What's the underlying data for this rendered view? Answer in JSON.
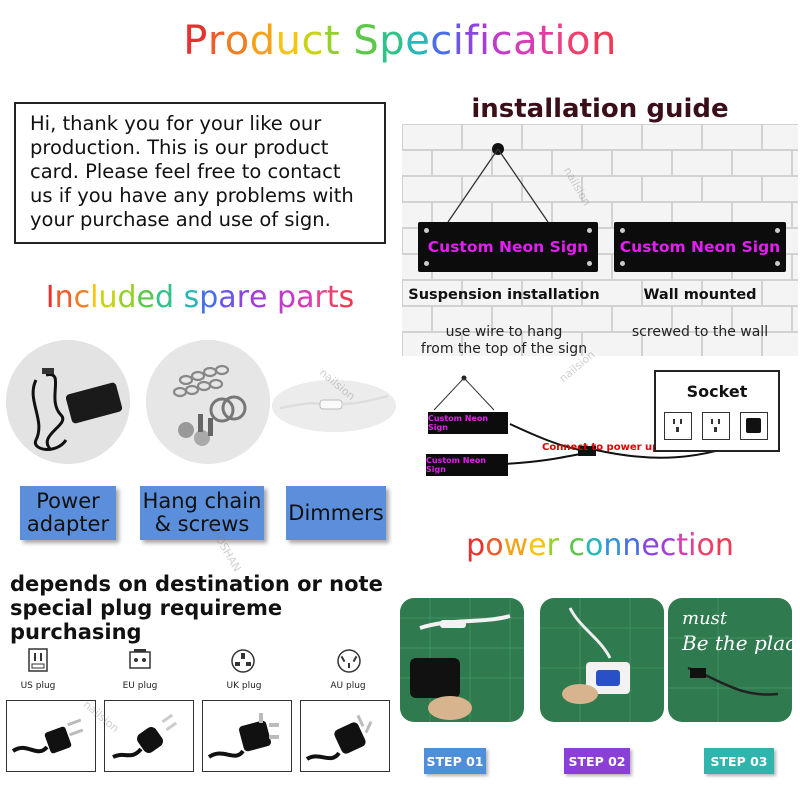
{
  "title": {
    "text": "Product Specification",
    "letter_colors": [
      "#e8312f",
      "#ef5b2a",
      "#f07e22",
      "#f4a318",
      "#f7c40e",
      "#c8d313",
      "#96d02a",
      "#5cc84a",
      "#31c28a",
      "#28b6b6",
      "#3293db",
      "#4a6ee8",
      "#6c56e6",
      "#8a46df",
      "#a63dd6",
      "#c23ac9",
      "#d63cb6",
      "#e03fa1",
      "#e8418a",
      "#ee3f6e",
      "#f03a55"
    ]
  },
  "intro": {
    "lines": [
      "Hi, thank you for your like our",
      "production. This is our product",
      "card. Please feel free to contact",
      "us if you have any problems with",
      "your purchase and use of sign."
    ]
  },
  "spare_parts": {
    "title": "Included spare parts",
    "items": [
      {
        "line1": "Power",
        "line2": "adapter"
      },
      {
        "line1": "Hang chain",
        "line2": "& screws"
      },
      {
        "line1": "Dimmers",
        "line2": ""
      }
    ]
  },
  "installation": {
    "title": "installation guide",
    "sign_text": "Custom Neon Sign",
    "suspension_label": "Suspension installation",
    "suspension_desc1": "use wire to hang",
    "suspension_desc2": "from the top of the sign",
    "wall_label": "Wall mounted",
    "wall_desc": "screwed to the wall"
  },
  "power_diagram": {
    "socket_label": "Socket",
    "connect_label": "Connect to power up",
    "sign_text": "Custom Neon Sign"
  },
  "plugs": {
    "heading_line1": "depends on destination or note",
    "heading_line2": "special plug requireme",
    "heading_line3": "purchasing",
    "types": [
      "US plug",
      "EU plug",
      "UK plug",
      "AU plug"
    ]
  },
  "power_connection": {
    "title": "power connection",
    "steps": [
      "STEP 01",
      "STEP 02",
      "STEP 03"
    ],
    "step_colors": [
      "#4f8fd9",
      "#8b3fd6",
      "#2fb5ae"
    ],
    "step3_photo_text1": "must",
    "step3_photo_text2": "Be the place"
  },
  "watermarks": [
    "nailsion",
    "nailsion",
    "nailsion",
    "NUOSHAN",
    "nailsion"
  ],
  "colors": {
    "neon_pink": "#e21ff0",
    "label_blue": "#5b8fdc",
    "connect_red": "#e00000"
  }
}
